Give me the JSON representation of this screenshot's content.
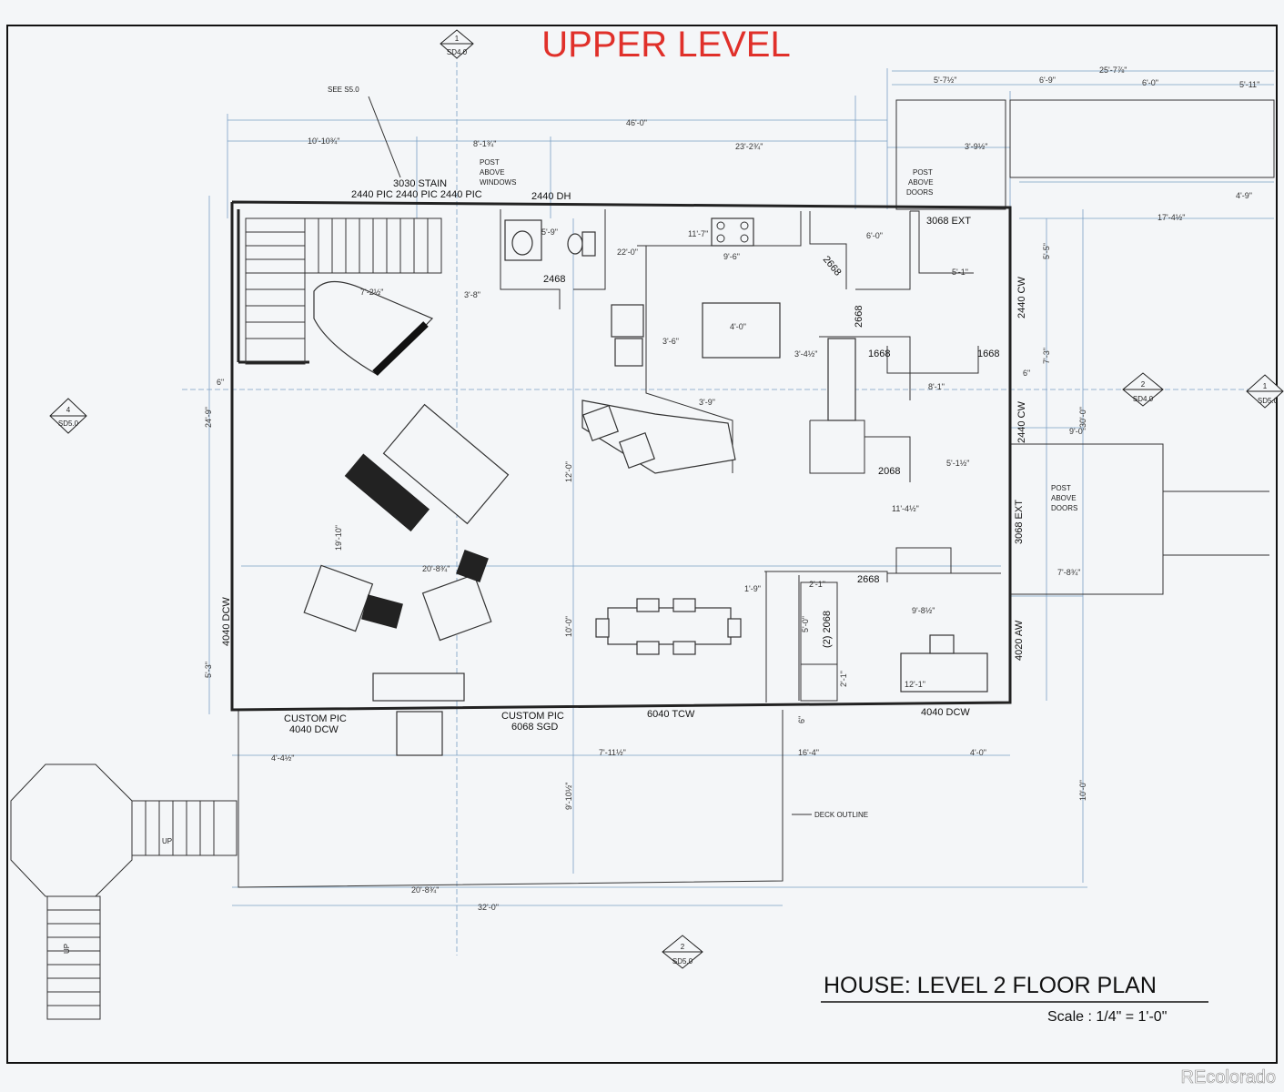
{
  "title": "UPPER LEVEL",
  "plan_title": "HOUSE: LEVEL 2 FLOOR PLAN",
  "scale": "Scale : 1/4\" = 1'-0\"",
  "watermark": "REcolorado",
  "colors": {
    "title": "#e0302a",
    "ink": "#222222",
    "dimension": "#7a9fc4",
    "paper": "#f4f6f8"
  },
  "section_markers": [
    {
      "num": "1",
      "sheet": "SD4.0"
    },
    {
      "num": "4",
      "sheet": "SD5.0"
    },
    {
      "num": "2",
      "sheet": "SD4.0"
    },
    {
      "num": "1",
      "sheet": "SD5.0"
    },
    {
      "num": "2",
      "sheet": "SD5.0"
    }
  ],
  "notes": {
    "see": "SEE S5.0",
    "post_windows": [
      "POST",
      "ABOVE",
      "WINDOWS"
    ],
    "post_doors_top": [
      "POST",
      "ABOVE",
      "DOORS"
    ],
    "post_doors_right": [
      "POST",
      "ABOVE",
      "DOORS"
    ],
    "deck_outline": "DECK OUTLINE",
    "custom_pic_left": "CUSTOM PIC",
    "custom_pic_right": "CUSTOM PIC",
    "up_stair": "UP",
    "up_deck": "UP"
  },
  "windows": {
    "w3030": "3030 STAIN",
    "w2440_row": "2440 PIC 2440 PIC 2440 PIC",
    "w2440dh": "2440 DH",
    "w3068top": "3068 EXT",
    "w2440cw_a": "2440 CW",
    "w2440cw_b": "2440 CW",
    "w3068right": "3068 EXT",
    "w4020aw": "4020 AW",
    "w4040dcw_left": "4040 DCW",
    "w4040dcw_bottom": "4040 DCW",
    "w6068sgd": "6068 SGD",
    "w6040tcw": "6040 TCW",
    "w4040dcw_br": "4040 DCW"
  },
  "doors": {
    "d2468": "2468",
    "d2668_kitchen": "2668",
    "d2668_hall": "2668",
    "d1668_a": "1668",
    "d1668_b": "1668",
    "d2068": "2068",
    "d2668_office": "2668",
    "d2068_closet": "(2) 2068"
  },
  "dimensions": {
    "top_46": "46'-0\"",
    "top_25": "25'-7⅞\"",
    "top_10_10": "10'-10¾\"",
    "top_8_1": "8'-1¾\"",
    "top_23_2": "23'-2¾\"",
    "top_5_7": "5'-7½\"",
    "top_6_9": "6'-9\"",
    "top_6_0": "6'-0\"",
    "top_5_11": "5'-11\"",
    "top_3_9": "3'-9½\"",
    "top_4_9": "4'-9\"",
    "d_5_9": "5'-9\"",
    "d_11_7": "11'-7\"",
    "d_22_0": "22'-0\"",
    "d_9_6": "9'-6\"",
    "d_6_0b": "6'-0\"",
    "d_5_1": "5'-1\"",
    "d_7_2": "7'-2½\"",
    "d_3_8": "3'-8\"",
    "d_4_0": "4'-0\"",
    "d_3_6": "3'-6\"",
    "d_3_9": "3'-9\"",
    "d_3_4": "3'-4½\"",
    "d_8_1": "8'-1\"",
    "d_5_1b": "5'-1½\"",
    "d_11_4": "11'-4½\"",
    "d_24_9": "24'-9\"",
    "d_19_10": "19'-10\"",
    "d_20_8": "20'-8¾\"",
    "d_12_0": "12'-0\"",
    "d_10_0": "10'-0\"",
    "d_5_3": "5'-3\"",
    "d_1_9": "1'-9\"",
    "d_2_1": "2'-1\"",
    "d_5_0": "5'-0\"",
    "d_2_1b": "2'-1\"",
    "d_9_8": "9'-8½\"",
    "d_12_1": "12'-1\"",
    "d_7_8": "7'-8¾\"",
    "d_9_0": "9'-0\"",
    "d_30_0": "30'-0\"",
    "d_7_3": "7'-3\"",
    "d_5_5": "5'-5\"",
    "d_17_4": "17'-4½\"",
    "d_4_4": "4'-4½\"",
    "d_7_11": "7'-11½\"",
    "d_16_4": "16'-4\"",
    "d_4_0b": "4'-0\"",
    "d_9_10": "9'-10½\"",
    "d_20_8b": "20'-8¾\"",
    "d_32_0": "32'-0\"",
    "d_10_0b": "10'-0\"",
    "d_6": "6\"",
    "d_6b": "6\"",
    "d_6c": "6\""
  }
}
